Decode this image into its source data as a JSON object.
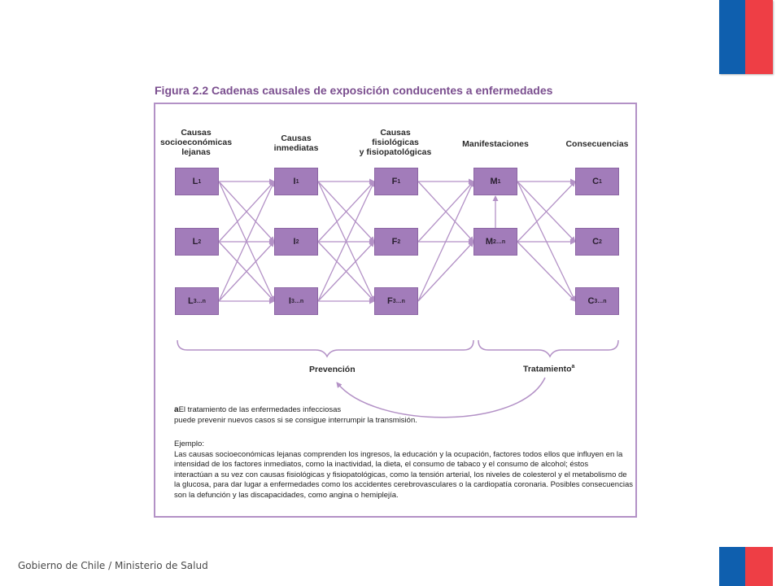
{
  "footer": {
    "text": "Gobierno de Chile / Ministerio de Salud"
  },
  "figure": {
    "title": "Figura 2.2  Cadenas causales de exposición conducentes a enfermedades",
    "columns": [
      "Causas\nsocioeconómicas\nlejanas",
      "Causas\ninmediatas",
      "Causas\nfisiológicas\ny fisiopatológicas",
      "Manifestaciones",
      "Consecuencias"
    ],
    "nodes": {
      "L": [
        {
          "base": "L",
          "sub": "1"
        },
        {
          "base": "L",
          "sub": "2"
        },
        {
          "base": "L",
          "sub": "3…n"
        }
      ],
      "I": [
        {
          "base": "I",
          "sub": "1"
        },
        {
          "base": "I",
          "sub": "2"
        },
        {
          "base": "I",
          "sub": "3…n"
        }
      ],
      "F": [
        {
          "base": "F",
          "sub": "1"
        },
        {
          "base": "F",
          "sub": "2"
        },
        {
          "base": "F",
          "sub": "3…n"
        }
      ],
      "M": [
        {
          "base": "M",
          "sub": "1"
        },
        {
          "base": "M",
          "sub": "2…n"
        }
      ],
      "C": [
        {
          "base": "C",
          "sub": "1"
        },
        {
          "base": "C",
          "sub": "2"
        },
        {
          "base": "C",
          "sub": "3…n"
        }
      ]
    },
    "prevencion": "Prevención",
    "tratamiento": "Tratamiento",
    "tratamiento_mark": "a",
    "footnote_mark": "a",
    "footnote_line1": "El tratamiento de las enfermedades infecciosas",
    "footnote_line2": "puede prevenir nuevos casos si se consigue interrumpir la transmisión.",
    "example_label": "Ejemplo:",
    "example_lines": [
      "Las causas socioeconómicas lejanas comprenden los ingresos, la educación y la ocupación, factores todos ellos que influyen en la",
      "intensidad de los factores inmediatos, como la inactividad, la dieta, el consumo de tabaco y el consumo de alcohol; éstos",
      "interactúan a su vez con causas fisiológicas y fisiopatológicas, como la tensión arterial, los niveles de colesterol y el metabolismo de",
      "la glucosa, para dar lugar a enfermedades como los accidentes cerebrovasculares o la cardiopatía coronaria.  Posibles consecuencias",
      "son la defunción y las discapacidades, como angina o hemiplejía."
    ],
    "colors": {
      "node": "#a27cba",
      "line": "#b391c6",
      "title": "#7b4f8f"
    }
  }
}
